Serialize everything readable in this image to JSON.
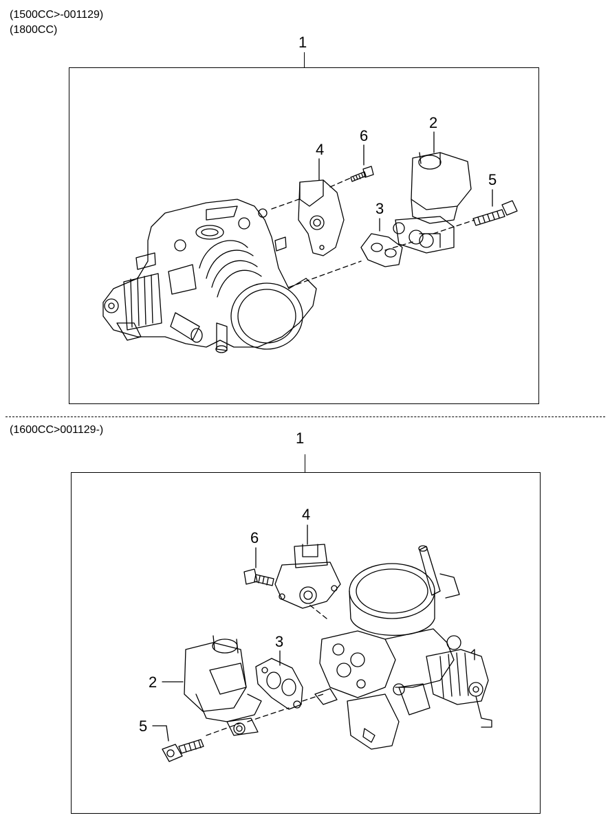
{
  "top_section": {
    "label_line1": "(1500CC>-001129)",
    "label_line2": "(1800CC)",
    "assembly_callout": "1",
    "callouts": {
      "c2": "2",
      "c3": "3",
      "c4": "4",
      "c5": "5",
      "c6": "6"
    }
  },
  "bottom_section": {
    "label": "(1600CC>001129-)",
    "assembly_callout": "1",
    "callouts": {
      "c2": "2",
      "c3": "3",
      "c4": "4",
      "c5": "5",
      "c6": "6"
    }
  },
  "colors": {
    "line": "#000000",
    "background": "#ffffff"
  }
}
